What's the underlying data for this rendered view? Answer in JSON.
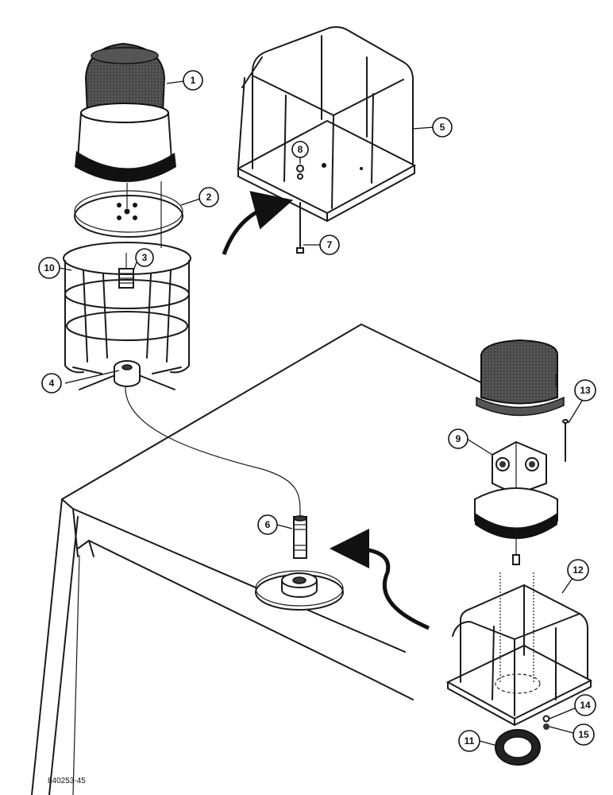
{
  "figure_id": "840253-45",
  "callouts": [
    "1",
    "2",
    "3",
    "4",
    "5",
    "6",
    "7",
    "8",
    "9",
    "10",
    "11",
    "12",
    "13",
    "14",
    "15"
  ]
}
